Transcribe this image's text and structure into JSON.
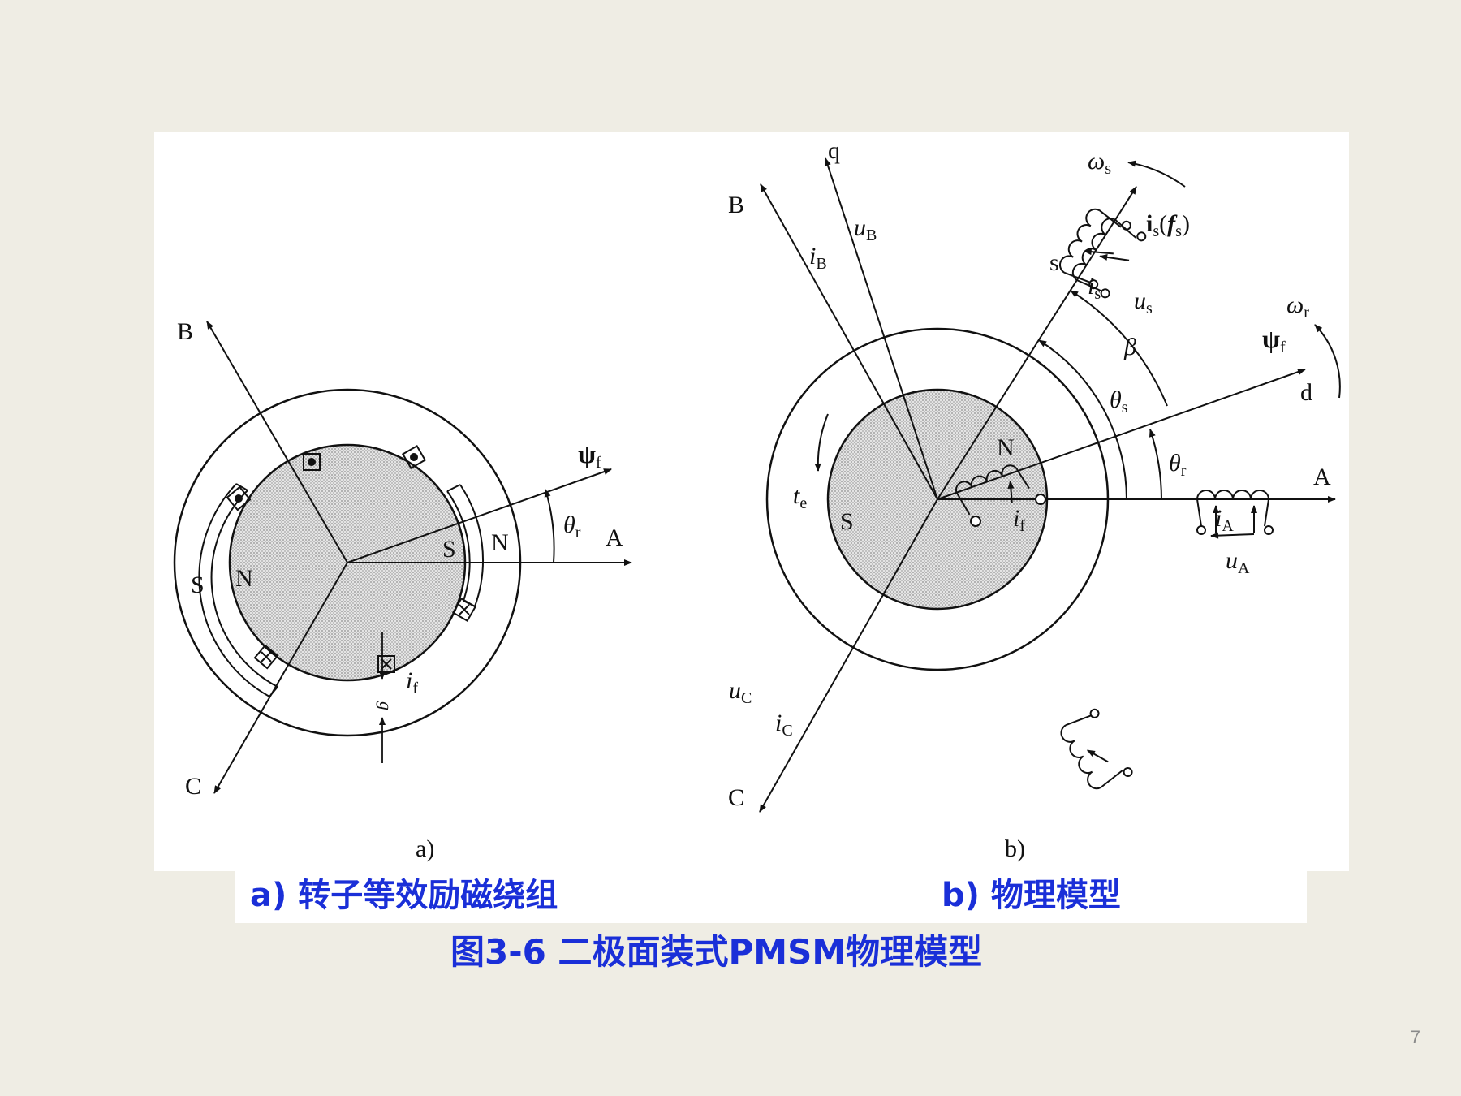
{
  "diagram_a": {
    "axis_labels": {
      "a": "A",
      "b": "B",
      "c": "C"
    },
    "flux_symbol": "ψ",
    "flux_sub": "f",
    "angle_symbol": "θ",
    "angle_sub": "r",
    "current_symbol": "i",
    "current_sub": "f",
    "gap_symbol": "g",
    "stator_s": "S",
    "rotor_n": "N",
    "rotor_s": "S",
    "stator_n": "N",
    "sublabel": "a)"
  },
  "diagram_b": {
    "axis_labels": {
      "a": "A",
      "b": "B",
      "c": "C",
      "q": "q",
      "d": "d"
    },
    "omega_symbol": "ω",
    "omega_s_sub": "s",
    "omega_r_sub": "r",
    "current_vector": "i",
    "current_vector_sub": "s",
    "paren_open": "(",
    "flux_vector": "f",
    "flux_vector_sub": "s",
    "paren_close": ")",
    "u_symbol": "u",
    "i_symbol": "i",
    "sub_a": "A",
    "sub_b": "B",
    "sub_c": "C",
    "sub_s": "s",
    "winding_s": "s",
    "psi_symbol": "ψ",
    "psi_sub": "f",
    "beta": "β",
    "theta_symbol": "θ",
    "theta_s_sub": "s",
    "theta_r_sub": "r",
    "torque_symbol": "t",
    "torque_sub": "e",
    "rotor_s": "S",
    "rotor_n": "N",
    "field_current_sub": "f",
    "sublabel": "b)"
  },
  "captions": {
    "a": "a) 转子等效励磁绕组",
    "b": "b) 物理模型",
    "main": "图3-6  二极面装式PMSM物理模型"
  },
  "page_number": "7"
}
